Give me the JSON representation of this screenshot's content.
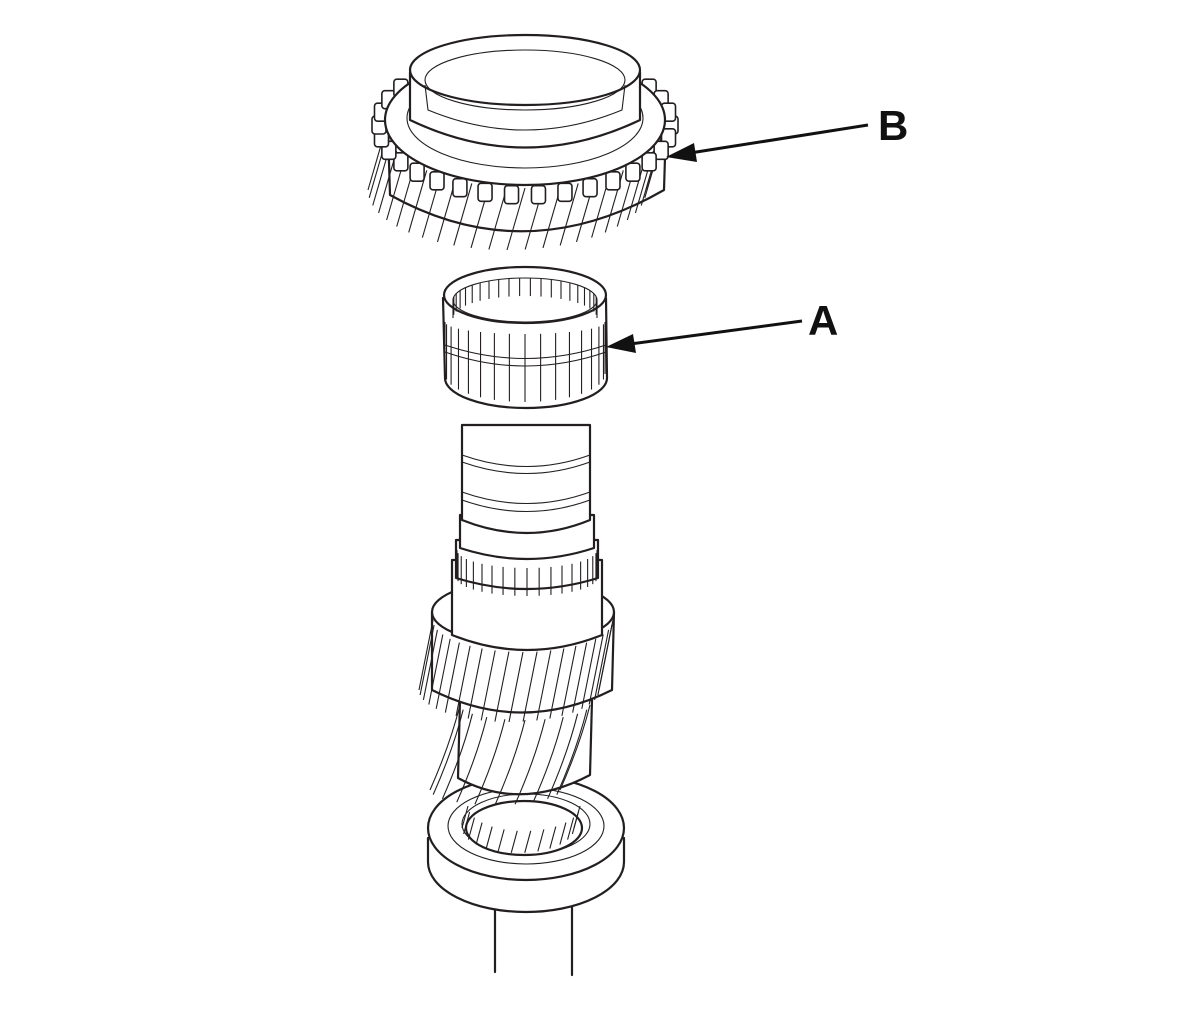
{
  "callouts": [
    {
      "id": "B",
      "text": "B"
    },
    {
      "id": "A",
      "text": "A"
    }
  ],
  "colors": {
    "line": "#231f20",
    "background": "#ffffff"
  }
}
